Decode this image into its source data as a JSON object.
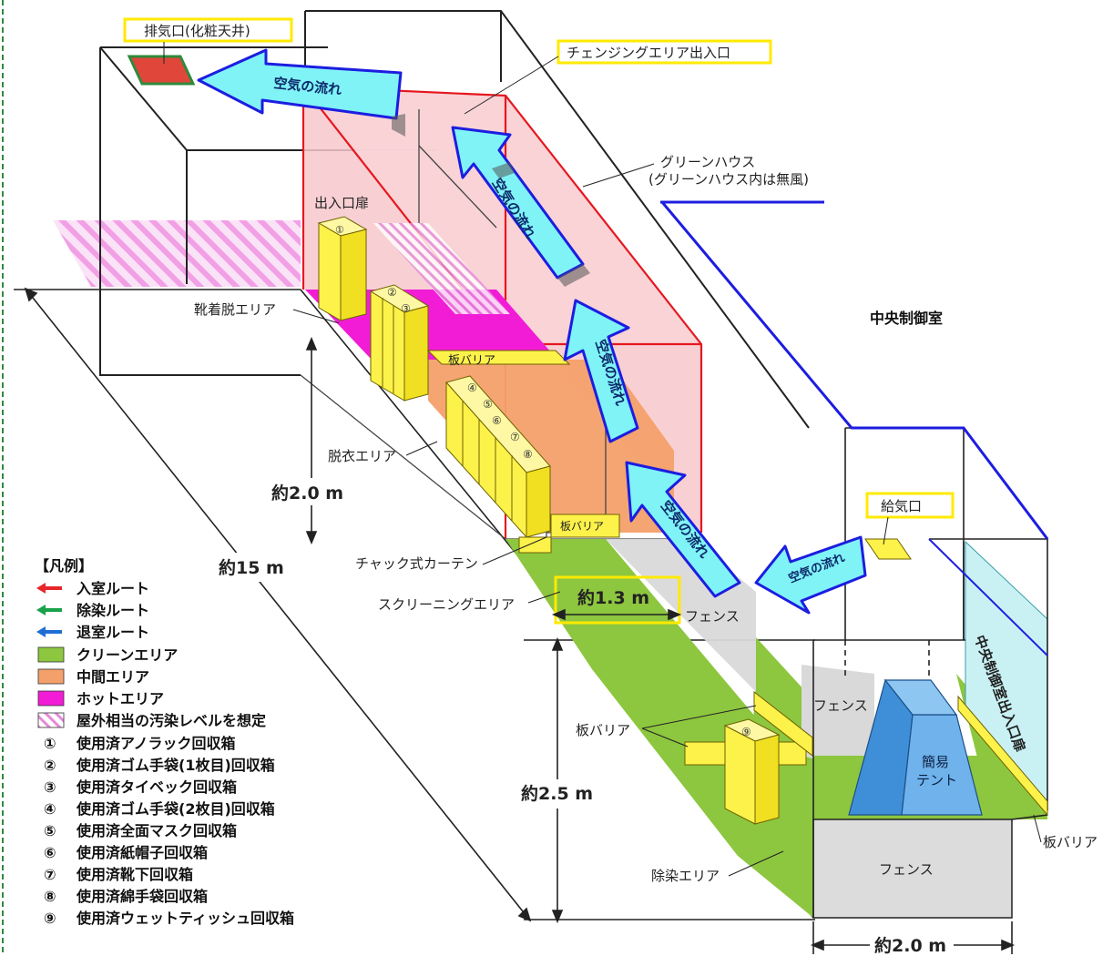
{
  "labels": {
    "exhaust": "排気口(化粧天井)",
    "changing_entrance": "チェンジングエリア出入口",
    "greenhouse_line1": "グリーンハウス",
    "greenhouse_line2": "(グリーンハウス内は無風)",
    "entrance_door": "出入口扉",
    "shoe_area": "靴着脱エリア",
    "plate_barrier": "板バリア",
    "undress_area": "脱衣エリア",
    "zipper_curtain": "チャック式カーテン",
    "screening_area": "スクリーニングエリア",
    "fence": "フェンス",
    "central_control": "中央制御室",
    "air_supply": "給気口",
    "central_entrance": "中央制御室出入口扉",
    "simple_tent_line1": "簡易",
    "simple_tent_line2": "テント",
    "decon_area": "除染エリア",
    "air_flow": "空気の流れ"
  },
  "dimensions": {
    "height_2m": "約2.0 m",
    "length_15m": "約15 m",
    "width_1_3m": "約1.3 m",
    "height_2_5m": "約2.5 m",
    "width_2m": "約2.0 m"
  },
  "box_numbers": [
    "①",
    "②",
    "③",
    "④",
    "⑤",
    "⑥",
    "⑦",
    "⑧",
    "⑨"
  ],
  "legend": {
    "title": "【凡例】",
    "routes": [
      {
        "label": "入室ルート",
        "color": "#e8262a"
      },
      {
        "label": "除染ルート",
        "color": "#19a24a"
      },
      {
        "label": "退室ルート",
        "color": "#1f6ed4"
      }
    ],
    "areas": [
      {
        "label": "クリーンエリア",
        "color": "#8dc63f"
      },
      {
        "label": "中間エリア",
        "color": "#f4a06a"
      },
      {
        "label": "ホットエリア",
        "color": "#f21cd6"
      },
      {
        "label": "屋外相当の汚染レベルを想定",
        "color": "#f2a0e6"
      }
    ],
    "items": [
      {
        "num": "①",
        "label": "使用済アノラック回収箱"
      },
      {
        "num": "②",
        "label": "使用済ゴム手袋(1枚目)回収箱"
      },
      {
        "num": "③",
        "label": "使用済タイベック回収箱"
      },
      {
        "num": "④",
        "label": "使用済ゴム手袋(2枚目)回収箱"
      },
      {
        "num": "⑤",
        "label": "使用済全面マスク回収箱"
      },
      {
        "num": "⑥",
        "label": "使用済紙帽子回収箱"
      },
      {
        "num": "⑦",
        "label": "使用済靴下回収箱"
      },
      {
        "num": "⑧",
        "label": "使用済綿手袋回収箱"
      },
      {
        "num": "⑨",
        "label": "使用済ウェットティッシュ回収箱"
      }
    ]
  },
  "colors": {
    "greenhouse": "#f7c8cc",
    "hot": "#f21cd6",
    "intermediate": "#f4a06a",
    "clean": "#8dc63f",
    "bin": "#fdf24a",
    "arrow": "#7ff3f6",
    "tent": "#5aa7e6",
    "highlight_box": "#ffea00",
    "route_line": "#1d1de0"
  }
}
